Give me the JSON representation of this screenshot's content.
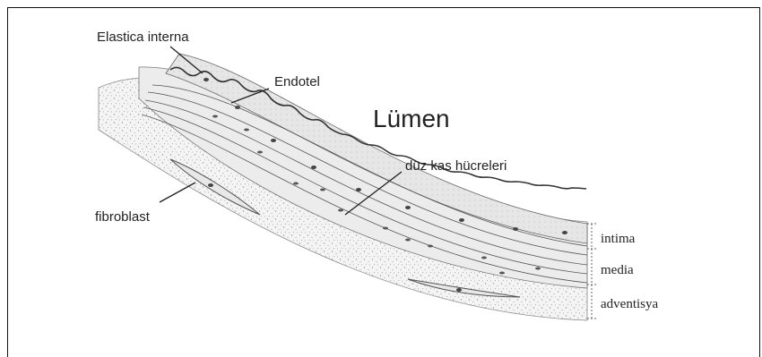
{
  "figure": {
    "lumen_label": "Lümen",
    "labels": {
      "elastica_interna": "Elastica interna",
      "endotel": "Endotel",
      "duz_kas": "düz kas hücreleri",
      "fibroblast": "fibroblast"
    },
    "layers": {
      "intima": "intima",
      "media": "media",
      "adventisya": "adventisya"
    }
  }
}
